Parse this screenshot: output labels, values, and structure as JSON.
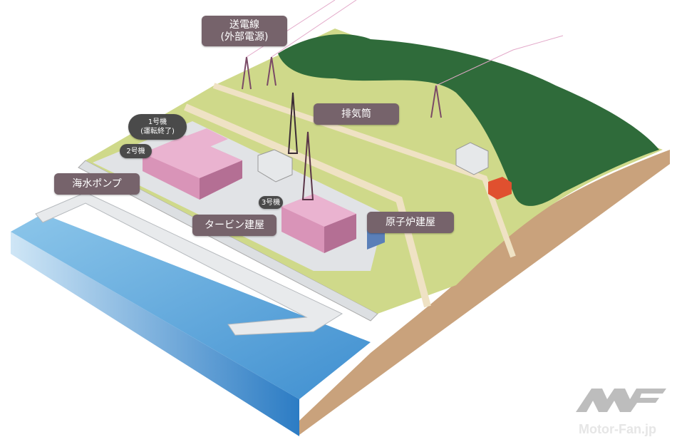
{
  "labels": {
    "power_line": {
      "line1": "送電線",
      "line2": "(外部電源)"
    },
    "stack": "排気筒",
    "unit1": {
      "line1": "1号機",
      "line2": "(運転終了)"
    },
    "unit2": "2号機",
    "seawater_pump": "海水ポンプ",
    "unit3": "3号機",
    "turbine_building": "タービン建屋",
    "reactor_building": "原子炉建屋"
  },
  "logo": {
    "mark": "MF",
    "text": "Motor-Fan.jp"
  },
  "colors": {
    "label_bg": "#76636b",
    "label_dark": "#4a4a4a",
    "building": "#d994b8",
    "forest": "#2f6b3a",
    "grass": "#cfd98a",
    "sea": "#6fb3e0",
    "earth": "#c9a27c"
  }
}
